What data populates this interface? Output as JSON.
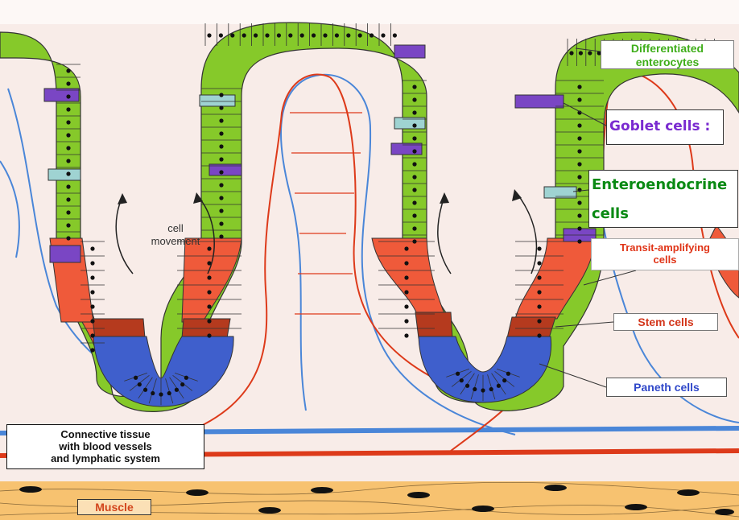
{
  "labels": {
    "differentiated": [
      "Differentiated",
      "enterocytes"
    ],
    "goblet": "Goblet cells :",
    "enteroendocrine": [
      "Enteroendocrine",
      "cells"
    ],
    "transit": [
      "Transit-amplifying",
      "cells"
    ],
    "stem": "Stem cells",
    "paneth": "Paneth cells",
    "connective": [
      "Connective tissue",
      "with blood vessels",
      "and lymphatic system"
    ],
    "muscle": "Muscle",
    "cell_movement": [
      "cell",
      "movement"
    ]
  },
  "colors": {
    "enterocyte": "#86c92a",
    "goblet": "#7a46c4",
    "enteroendocrine": "#9fd3d2",
    "transit": "#ef5a3a",
    "stem": "#b53a1e",
    "paneth": "#3f5fcc",
    "tissue": "#f6e7e1",
    "muscle": "#f7c270",
    "blood_vessel": "#dd3a1a",
    "lymph_vessel": "#4a86d8"
  }
}
